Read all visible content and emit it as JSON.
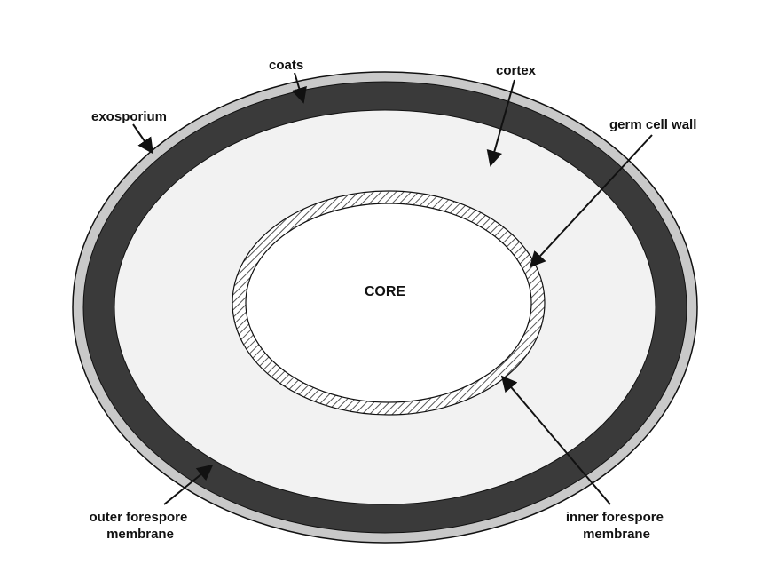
{
  "labels": {
    "coats": "coats",
    "cortex": "cortex",
    "exosporium": "exosporium",
    "germ_cell_wall": "germ cell wall",
    "core": "CORE",
    "outer_forespore_membrane": [
      "outer forespore",
      "membrane"
    ],
    "inner_forespore_membrane": [
      "inner forespore",
      "membrane"
    ]
  },
  "colors": {
    "exosporium": "#c9c9c9",
    "coats": "#3a3a3a",
    "cortex": "#f2f2f2",
    "germ_cell_wall_hatch": "#555555",
    "core": "#ffffff",
    "outline": "#111111",
    "arrow": "#111111"
  }
}
